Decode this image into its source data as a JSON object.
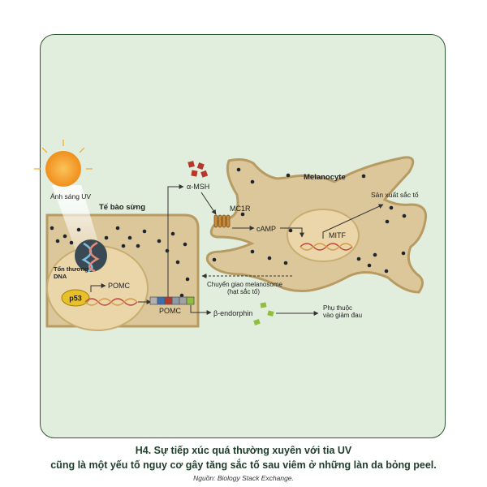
{
  "figure": {
    "labels": {
      "uv_light": "Ánh sáng UV",
      "keratinocyte": "Tế bào sừng",
      "dna_damage_line1": "Tổn thương",
      "dna_damage_line2": "DNA",
      "p53": "p53",
      "pomc_gene": "POMC",
      "pomc_protein": "POMC",
      "alpha_msh": "α-MSH",
      "mc1r": "MC1R",
      "camp": "cAMP",
      "mitf": "MITF",
      "melanocyte": "Melanocyte",
      "pigment_production": "Sản xuất sắc tố",
      "melanosome_transfer_line1": "Chuyển giao melanosome",
      "melanosome_transfer_line2": "(hạt sắc tố)",
      "beta_endorphin": "β-endorphin",
      "pain_line1": "Phụ thuộc",
      "pain_line2": "vào giảm đau"
    },
    "colors": {
      "card_bg": "#e1eedd",
      "card_border": "#2f5a36",
      "cell_fill": "#dcc79b",
      "cell_stroke": "#b89b62",
      "nucleus_fill": "#ead6a8",
      "sun": "#f5a623",
      "alpha_msh": "#b5392a",
      "beta_endorphin": "#8fbf3c",
      "p53": "#e8c02a"
    }
  },
  "caption": {
    "line1": "H4. Sự tiếp xúc quá thường xuyên với tia UV",
    "line2": "cũng là một yếu tố nguy cơ gây tăng sắc tố sau viêm ở những làn da bỏng peel.",
    "source": "Nguồn: Biology Stack Exchange."
  }
}
